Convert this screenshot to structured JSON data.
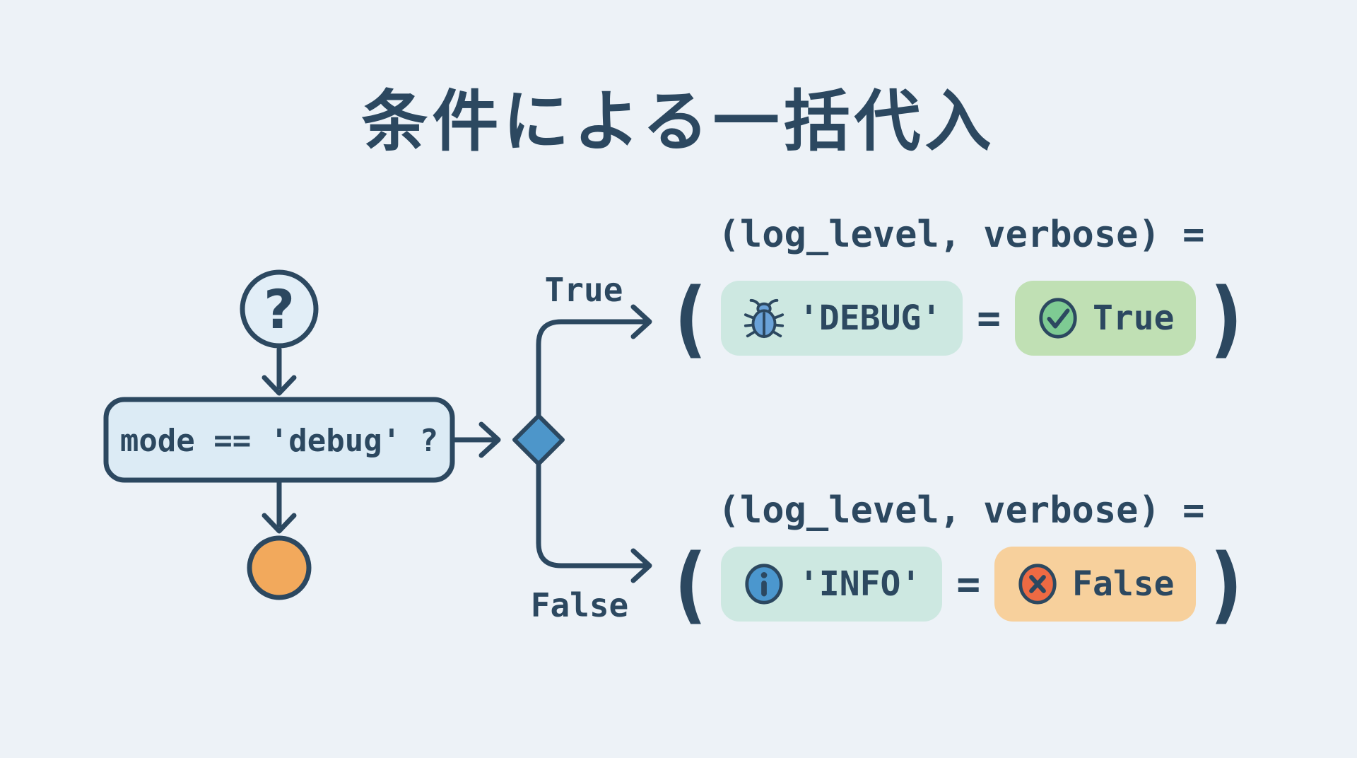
{
  "title": "条件による一括代入",
  "flowchart": {
    "start_symbol": "?",
    "condition_label": "mode == 'debug' ?",
    "true_label": "True",
    "false_label": "False"
  },
  "true_branch": {
    "header": "(log_level, verbose) =",
    "open_paren": "(",
    "log_level_value": "'DEBUG'",
    "equals_sign": "=",
    "verbose_value": "True",
    "close_paren": ")",
    "icons": {
      "log_level": "bug-icon",
      "verbose": "check-circle-icon"
    }
  },
  "false_branch": {
    "header": "(log_level, verbose) =",
    "open_paren": "(",
    "log_level_value": "'INFO'",
    "equals_sign": "=",
    "verbose_value": "False",
    "close_paren": ")",
    "icons": {
      "log_level": "info-circle-icon",
      "verbose": "x-circle-icon"
    }
  },
  "colors": {
    "background": "#edf2f7",
    "ink": "#2c4860",
    "node-fill": "#dcebf5",
    "node-fill-light": "#e2eef7",
    "diamond-fill": "#4d96ca",
    "end-circle-fill": "#f2a95c",
    "chip-mint": "#cde8e1",
    "chip-green": "#c0e0b4",
    "chip-orange": "#f7d09c",
    "bug-blue": "#6aa2d8",
    "check-green": "#7ecb93",
    "info-blue": "#4b97ce",
    "cross-red": "#ee6a43"
  }
}
